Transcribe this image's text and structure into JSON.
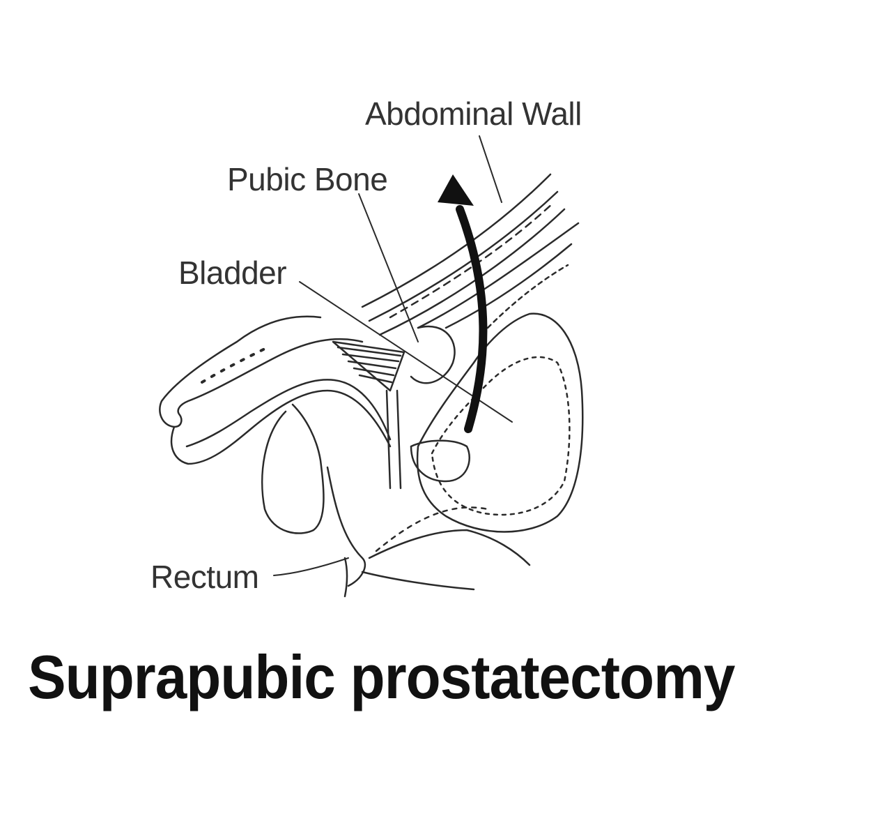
{
  "diagram": {
    "title": "Suprapubic prostatectomy",
    "labels": {
      "abdominal_wall": "Abdominal Wall",
      "pubic_bone": "Pubic Bone",
      "bladder": "Bladder",
      "rectum": "Rectum"
    },
    "colors": {
      "line": "#2a2a2a",
      "arrow": "#111111",
      "background": "#ffffff"
    }
  }
}
